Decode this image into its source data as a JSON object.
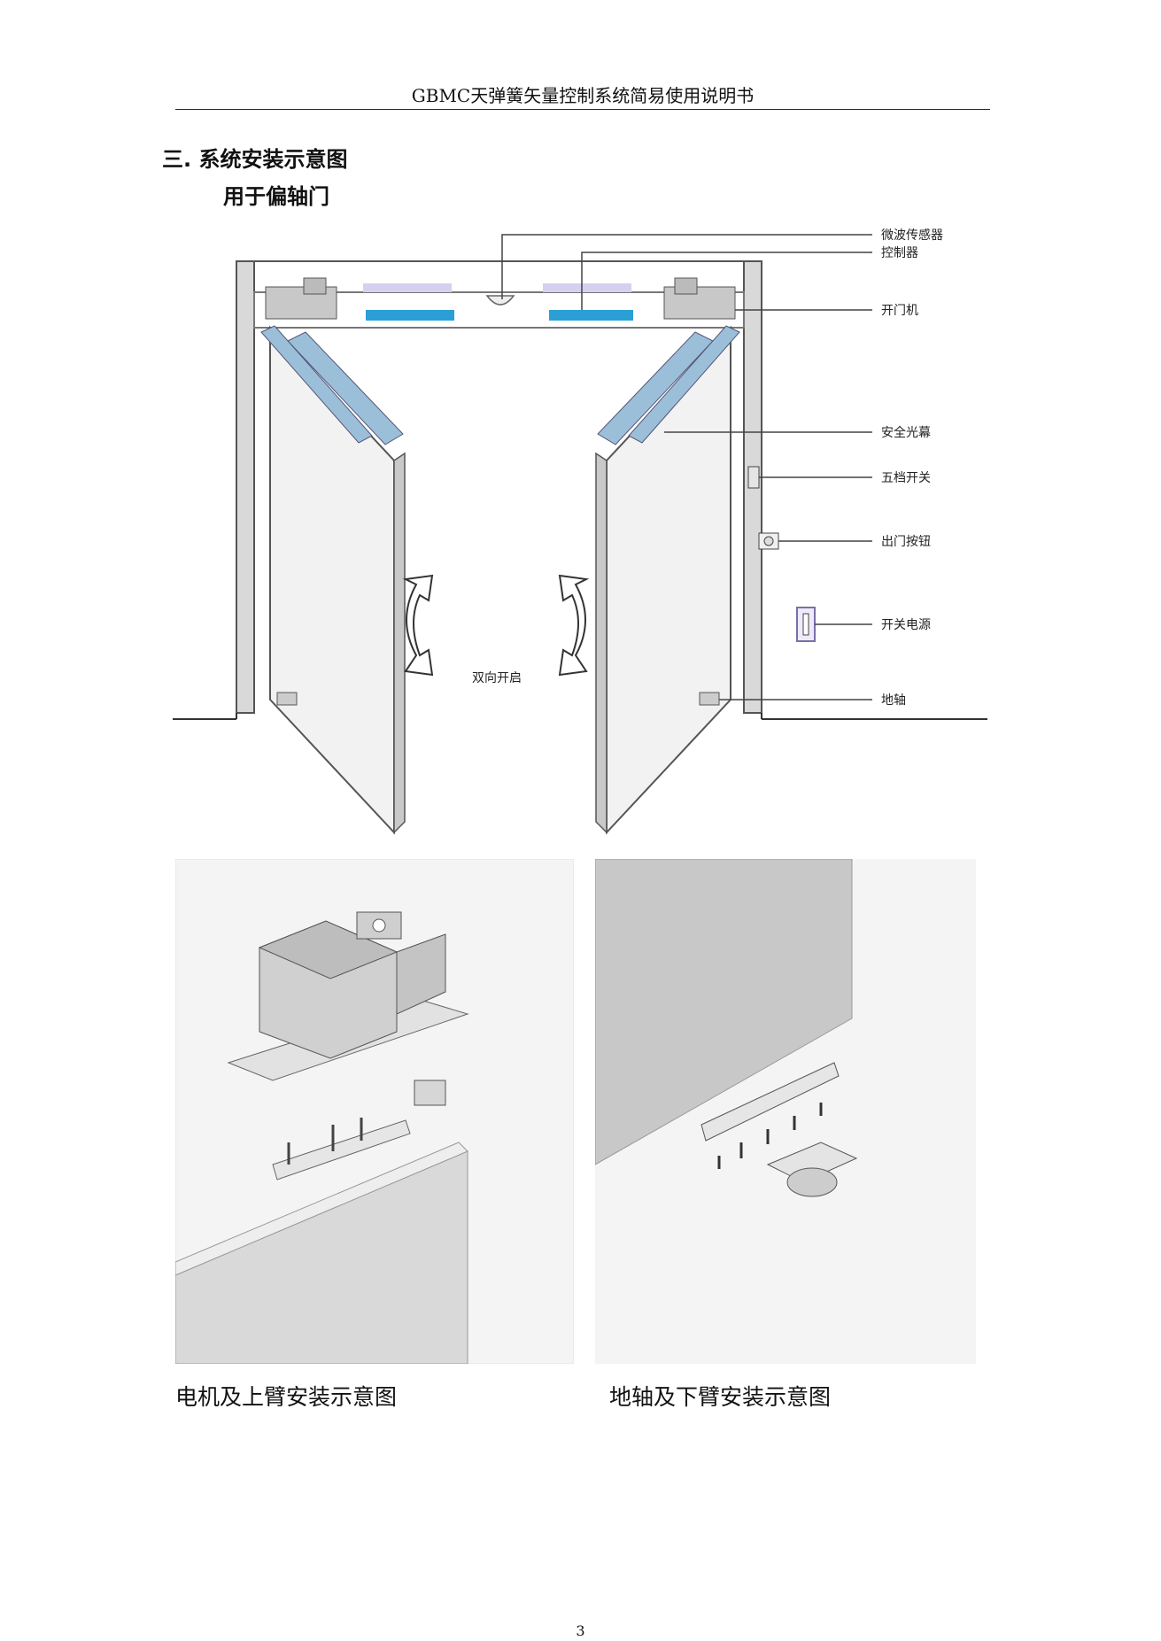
{
  "header": {
    "title": "GBMC天弹簧矢量控制系统简易使用说明书"
  },
  "section": {
    "title": "三. 系统安装示意图",
    "subtitle": "用于偏轴门"
  },
  "diagram": {
    "labels": {
      "sensor": "微波传感器",
      "controller": "控制器",
      "opener": "开门机",
      "light_curtain": "安全光幕",
      "five_switch": "五档开关",
      "exit_button": "出门按钮",
      "power_switch": "开关电源",
      "floor_pivot": "地轴"
    },
    "center_label": "双向开启"
  },
  "photos": {
    "left_caption": "电机及上臂安装示意图",
    "right_caption": "地轴及下臂安装示意图"
  },
  "page": {
    "number": "3"
  }
}
